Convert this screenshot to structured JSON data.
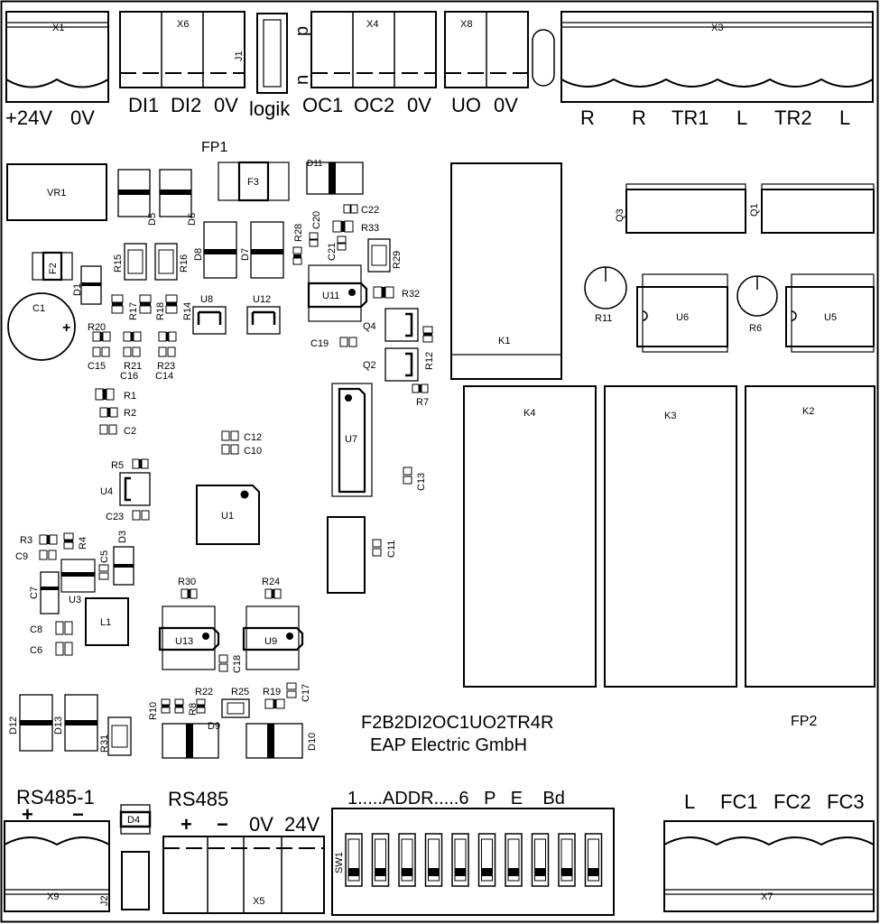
{
  "connectors": {
    "x1": {
      "ref": "X1",
      "pins": [
        "+24V",
        "0V"
      ]
    },
    "x6": {
      "ref": "X6",
      "pins": [
        "DI1",
        "DI2",
        "0V"
      ]
    },
    "j1": {
      "ref": "J1",
      "top": "p",
      "bottom": "n",
      "label": "logik"
    },
    "x4": {
      "ref": "X4",
      "pins": [
        "OC1",
        "OC2",
        "0V"
      ]
    },
    "x8": {
      "ref": "X8",
      "pins": [
        "UO",
        "0V"
      ]
    },
    "x3": {
      "ref": "X3",
      "pins": [
        "R",
        "R",
        "TR1",
        "L",
        "TR2",
        "L"
      ]
    },
    "x9": {
      "ref": "X9",
      "title": "RS485-1",
      "plus": "+",
      "minus": "−"
    },
    "j2": {
      "ref": "J2"
    },
    "x5": {
      "ref": "X5",
      "title": "RS485",
      "pins": [
        "+",
        "−",
        "0V",
        "24V"
      ]
    },
    "x7": {
      "ref": "X7",
      "pins": [
        "L",
        "FC1",
        "FC2",
        "FC3"
      ]
    }
  },
  "switch": {
    "ref": "SW1",
    "label": "1.....ADDR.....6   P   E    Bd"
  },
  "fp1": "FP1",
  "fp2": "FP2",
  "board_text": {
    "line1": "F2B2DI2OC1UO2TR4R",
    "line2": "EAP Electric GmbH"
  },
  "parts": {
    "VR1": "VR1",
    "F3": "F3",
    "F2": "F2",
    "D11": "D11",
    "D5": "D5",
    "D6": "D6",
    "D7": "D7",
    "D8": "D8",
    "D1": "D1",
    "C1": "C1",
    "C1_plus": "+",
    "R15": "R15",
    "R16": "R16",
    "R28": "R28",
    "C20": "C20",
    "C21": "C21",
    "C22": "C22",
    "R33": "R33",
    "R29": "R29",
    "R32": "R32",
    "U11": "U11",
    "U8": "U8",
    "U12": "U12",
    "R17": "R17",
    "R18": "R18",
    "R14": "R14",
    "R20": "R20",
    "C15": "C15",
    "R21": "R21",
    "C16": "C16",
    "R23": "R23",
    "C14": "C14",
    "Q4": "Q4",
    "Q2": "Q2",
    "C19": "C19",
    "R12": "R12",
    "R7": "R7",
    "K1": "K1",
    "Q3": "Q3",
    "Q1": "Q1",
    "R11": "R11",
    "U6": "U6",
    "R6": "R6",
    "U5": "U5",
    "R1": "R1",
    "R2": "R2",
    "C2": "C2",
    "C12": "C12",
    "C10": "C10",
    "U7": "U7",
    "C13": "C13",
    "K4": "K4",
    "K3": "K3",
    "K2": "K2",
    "R5": "R5",
    "U4": "U4",
    "C23": "C23",
    "U1": "U1",
    "R3": "R3",
    "R4": "R4",
    "C9": "C9",
    "C5": "C5",
    "D3": "D3",
    "C7": "C7",
    "U3": "U3",
    "C11": "C11",
    "L1": "L1",
    "C8": "C8",
    "C6": "C6",
    "R30": "R30",
    "R24": "R24",
    "U13": "U13",
    "U9": "U9",
    "C18": "C18",
    "R10": "R10",
    "R8": "R8",
    "R22": "R22",
    "R25": "R25",
    "R19": "R19",
    "C17": "C17",
    "D9": "D9",
    "D10": "D10",
    "D12": "D12",
    "D13": "D13",
    "R31": "R31",
    "D4": "D4"
  }
}
